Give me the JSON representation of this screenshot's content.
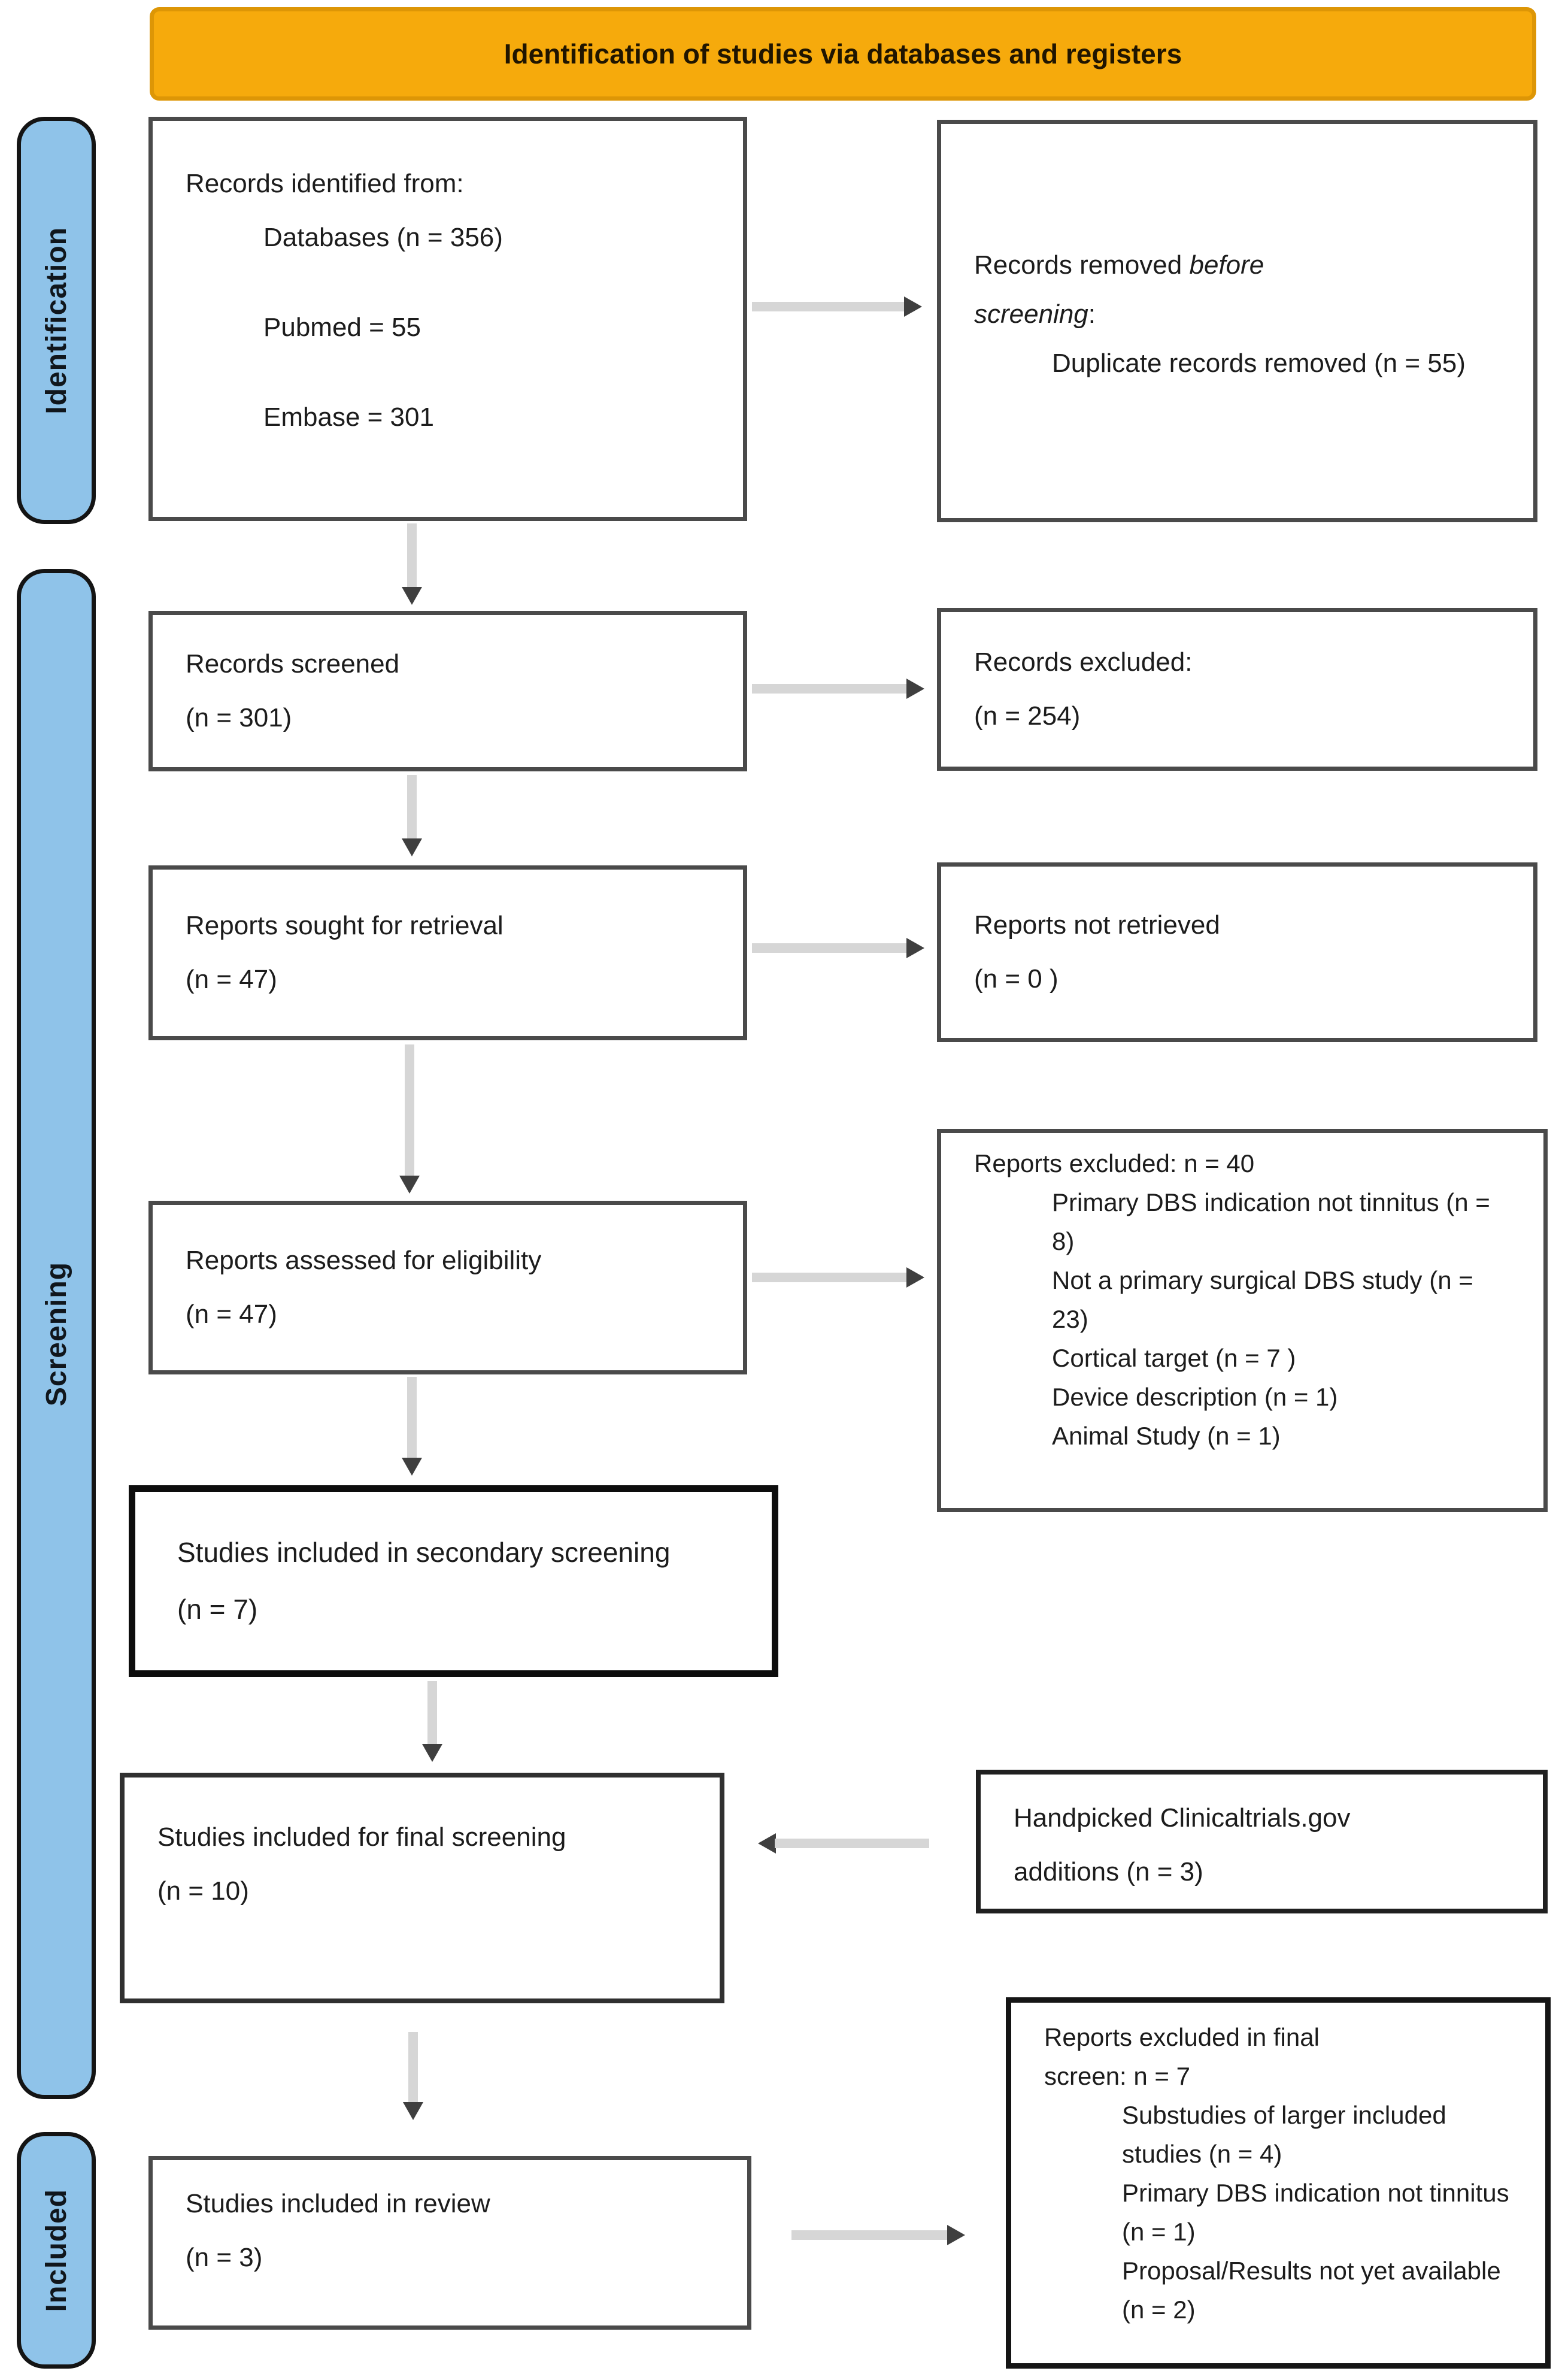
{
  "banner": {
    "title": "Identification of studies via databases and registers"
  },
  "sidebar": {
    "identification": "Identification",
    "screening": "Screening",
    "included": "Included"
  },
  "boxes": {
    "records_identified": {
      "title": "Records identified from:",
      "items": [
        "Databases (n = 356)",
        "Pubmed = 55",
        "Embase = 301"
      ]
    },
    "records_removed": {
      "prefix": "Records removed ",
      "italic": "before screening",
      "suffix": ":",
      "item": "Duplicate records removed  (n = 55)"
    },
    "records_screened": {
      "line1": "Records screened",
      "line2": "(n = 301)"
    },
    "records_excluded": {
      "line1": "Records excluded:",
      "line2": "(n = 254)"
    },
    "reports_sought": {
      "line1": "Reports sought for retrieval",
      "line2": "(n = 47)"
    },
    "reports_not_retrieved": {
      "line1": "Reports not retrieved",
      "line2": "(n = 0 )"
    },
    "reports_assessed": {
      "line1": "Reports assessed for eligibility",
      "line2": "(n = 47)"
    },
    "reports_excluded": {
      "title": "Reports excluded: n = 40",
      "items": [
        "Primary DBS indication not tinnitus (n = 8)",
        "Not a primary surgical DBS study (n = 23)",
        "Cortical target (n = 7 )",
        "Device description (n = 1)",
        "Animal Study (n = 1)"
      ]
    },
    "secondary_screening": {
      "line1": "Studies included in secondary screening",
      "line2": "(n = 7)"
    },
    "final_screening": {
      "text": "Studies included for final screening (n = 10)"
    },
    "handpicked": {
      "text": "Handpicked Clinicaltrials.gov additions (n = 3)"
    },
    "included_review": {
      "line1": "Studies included in review",
      "line2": "(n = 3)"
    },
    "final_excluded": {
      "title": "Reports excluded in final screen: n = 7",
      "items": [
        "Substudies of larger included studies (n = 4)",
        "Primary DBS indication not tinnitus (n = 1)",
        "Proposal/Results not yet available (n = 2)"
      ]
    }
  },
  "colors": {
    "banner_fill": "#F6AA0C",
    "banner_border": "#DD9606",
    "stage_fill": "#8FC3E9",
    "box_border": "#4a4a4a",
    "arrow_line": "#D6D6D6",
    "arrow_head": "#3F3F3F"
  }
}
